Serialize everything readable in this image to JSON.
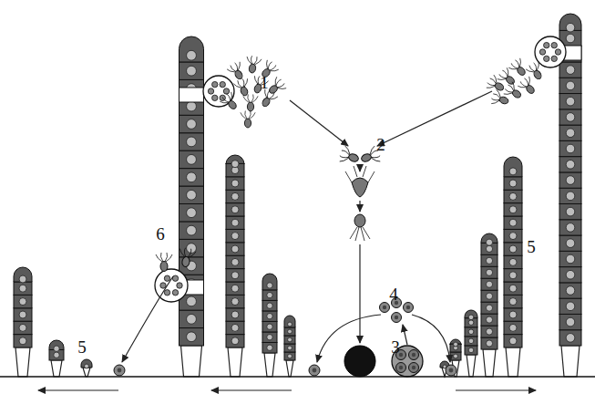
{
  "diagram": {
    "labels": [
      "1",
      "2",
      "5",
      "6",
      "4",
      "3",
      "5"
    ]
  }
}
